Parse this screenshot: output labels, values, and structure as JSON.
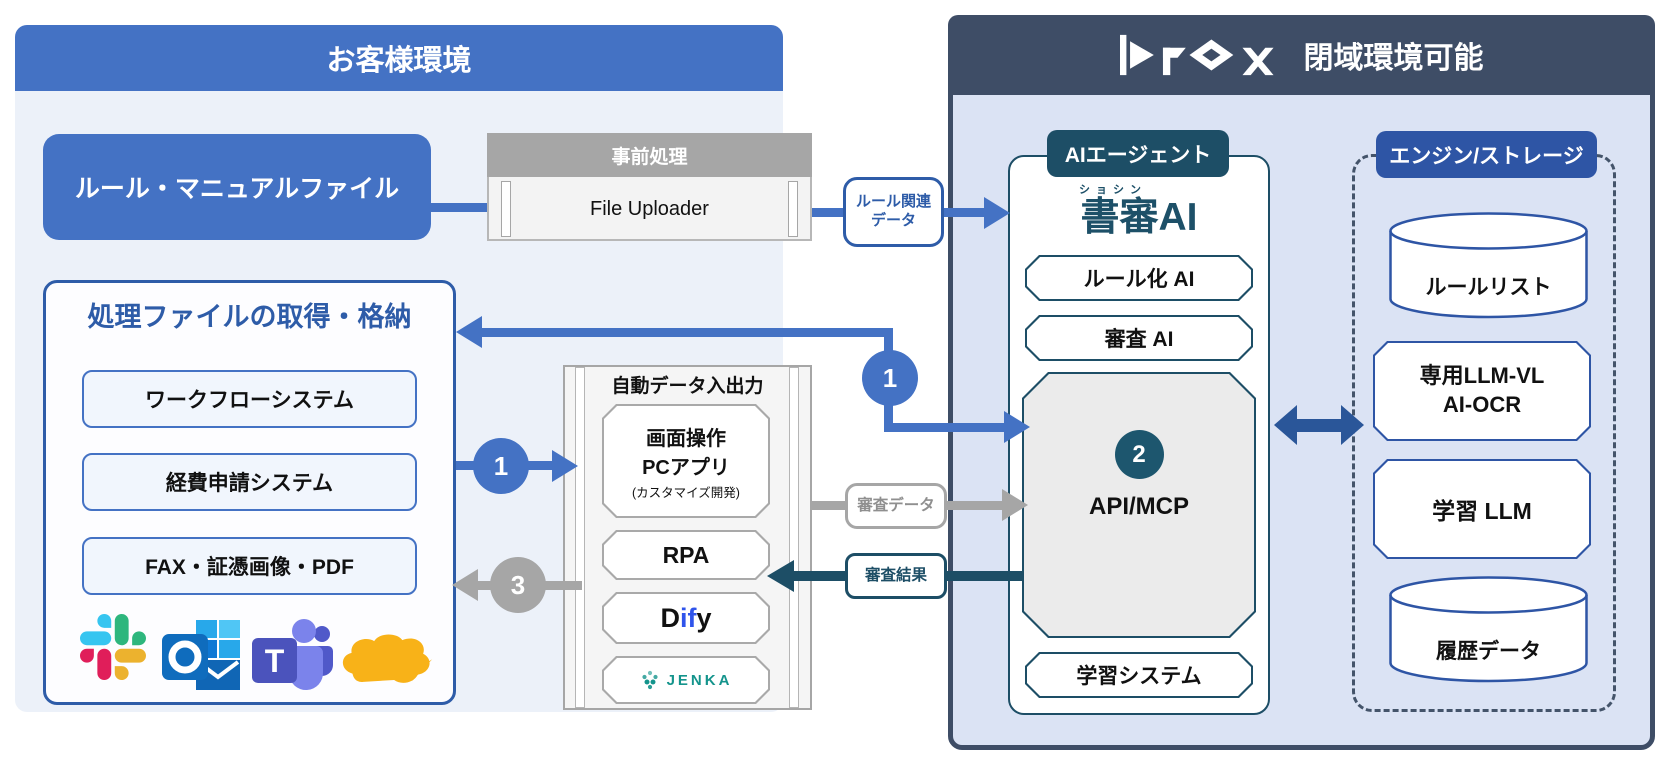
{
  "left_panel": {
    "title": "お客様環境",
    "rule_manual_label": "ルール・マニュアルファイル",
    "preprocess_title": "事前処理",
    "preprocess_item": "File Uploader",
    "file_section_title": "処理ファイルの取得・格納",
    "file_items": [
      "ワークフローシステム",
      "経費申請システム",
      "FAX・証憑画像・PDF"
    ],
    "icon_names": [
      "slack-icon",
      "outlook-icon",
      "teams-icon",
      "chat-bubble-icon"
    ],
    "auto_io_title": "自動データ入出力",
    "auto_io_item1_line1": "画面操作",
    "auto_io_item1_line2": "PCアプリ",
    "auto_io_item1_line3": "(カスタマイズ開発)",
    "auto_io_item2": "RPA",
    "dify_d": "D",
    "dify_if": "if",
    "dify_y": "y",
    "jenka_label": "JENKA"
  },
  "right_panel": {
    "brand": "brox",
    "header_title": "閉域環境可能",
    "ai_badge": "AIエージェント",
    "logo_furigana": "ショシン",
    "logo_text": "書審AI",
    "rule_ai": "ルール化 AI",
    "shinsa_ai": "審査 AI",
    "api_label": "API/MCP",
    "learning_system": "学習システム",
    "engine_badge": "エンジン/ストレージ",
    "rule_list": "ルールリスト",
    "llm_vl_line1": "専用LLM-VL",
    "llm_vl_line2": "AI-OCR",
    "learning_llm": "学習 LLM",
    "history_data": "履歴データ"
  },
  "connectors": {
    "rule_data_line1": "ルール関連",
    "rule_data_line2": "データ",
    "shinsa_data": "審査データ",
    "shinsa_result": "審査結果",
    "step_1": "1",
    "step_2": "2",
    "step_3": "3"
  },
  "colors": {
    "primary_blue": "#4472c4",
    "deep_blue": "#2e5ca8",
    "teal_navy": "#1d4e66",
    "royal_blue": "#2e55a5",
    "slate_header": "#3e4d66",
    "gray": "#a6a6a6",
    "dify_blue": "#2f54eb",
    "jenka_teal": "#14948c",
    "bubble_yellow": "#f8b218"
  }
}
